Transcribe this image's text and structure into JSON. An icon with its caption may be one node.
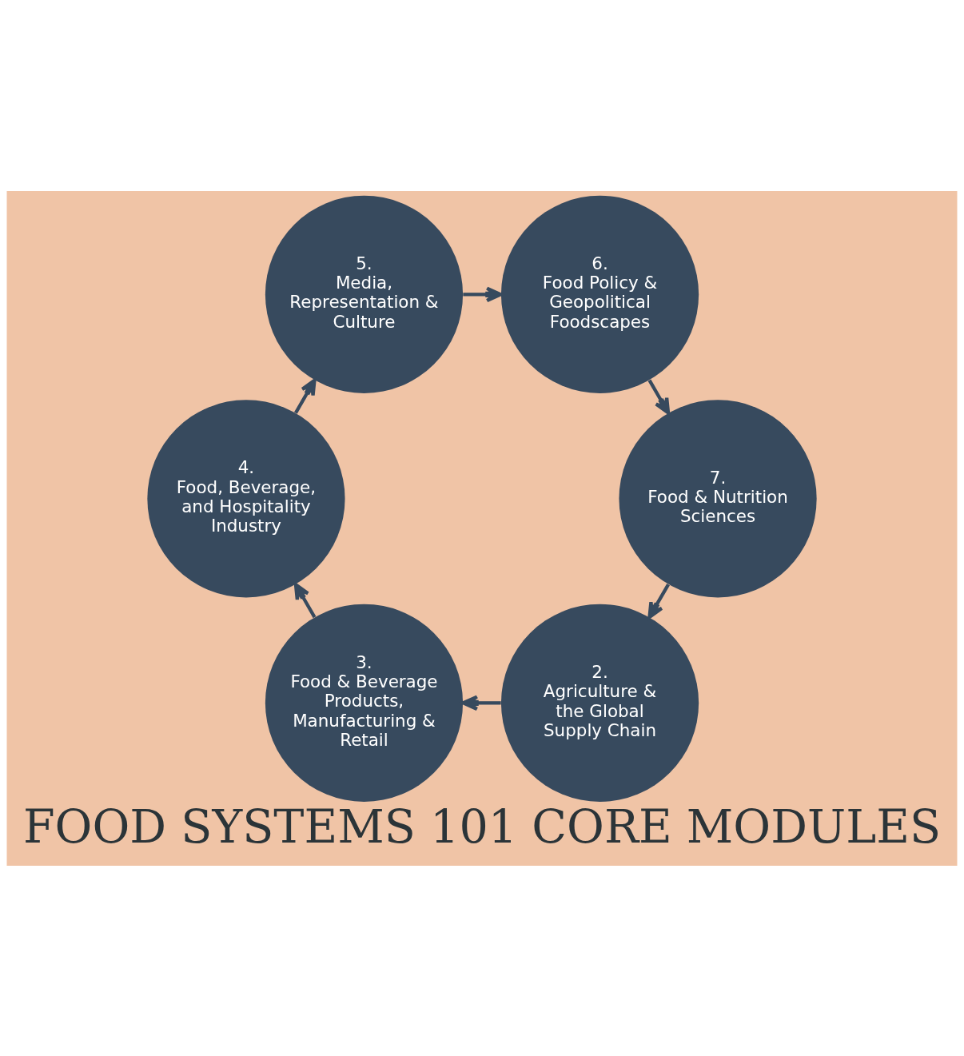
{
  "diagram": {
    "title": "FOOD SYSTEMS 101 CORE MODULES",
    "nodes": [
      {
        "text": [
          "2.",
          "Agriculture & the Global Supply Chain"
        ]
      },
      {
        "text": [
          "3.",
          "Food & Beverage Products, Manufacturing & Retail"
        ]
      },
      {
        "text": [
          "4.",
          "Food, Beverage, and Hospitality Industry"
        ]
      },
      {
        "text": [
          "5.",
          "Media, Representation & Culture"
        ]
      },
      {
        "text": [
          "6.",
          "Food Policy & Geopolitical Foodscapes"
        ]
      },
      {
        "text": [
          "7.",
          "Food & Nutrition Sciences"
        ]
      }
    ],
    "edges": [
      {
        "from": 0,
        "to": 1,
        "arrow": "to"
      },
      {
        "from": 1,
        "to": 2,
        "arrow": "to"
      },
      {
        "from": 2,
        "to": 3,
        "arrow": "to"
      },
      {
        "from": 3,
        "to": 4,
        "arrow": "to"
      },
      {
        "from": 4,
        "to": 5,
        "arrow": "to"
      },
      {
        "from": 5,
        "to": 0,
        "arrow": "to"
      }
    ]
  }
}
